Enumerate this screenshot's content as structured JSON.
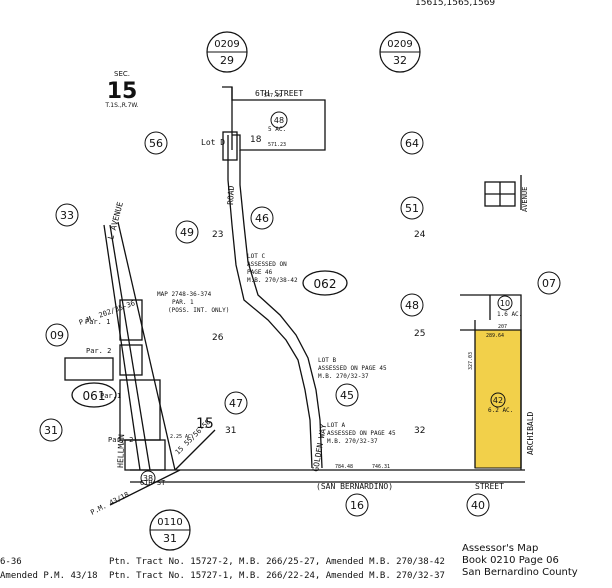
{
  "header": {
    "top_right_fragment": "15615,1565,1569"
  },
  "map_numbers": [
    {
      "id": "m0209-29",
      "top": "0209",
      "bottom": "29"
    },
    {
      "id": "m0209-32",
      "top": "0209",
      "bottom": "32"
    },
    {
      "id": "m0110-31",
      "top": "0110",
      "bottom": "31"
    }
  ],
  "section": {
    "label": "SEC.",
    "number": "15",
    "township": "T.1S.,R.7W."
  },
  "parcels": {
    "p56": "56",
    "p64": "64",
    "p33": "33",
    "p46": "46",
    "p49": "49",
    "p51": "51",
    "p48": "48",
    "p09": "09",
    "p47": "47",
    "p45": "45",
    "p31": "31",
    "p16": "16",
    "p40": "40",
    "p07": "07",
    "p18": "18",
    "p42": "42",
    "p10": "10",
    "p38": "38",
    "p15": "15",
    "p23": "23",
    "p24": "24",
    "p25": "25",
    "p26": "26",
    "p32": "32",
    "p31b": "31"
  },
  "book_ovals": {
    "o062": "062",
    "o061": "061"
  },
  "streets": {
    "sixth": "6TH   STREET",
    "sixth_b": "6TH ST",
    "road": "ROAD",
    "lavenue": "L AVENUE",
    "hellman": "HELLMAN",
    "golden": "GOLDEN WAY",
    "archibald": "ARCHIBALD",
    "avenue": "AVENUE",
    "street_bottom": "STREET",
    "san_bern": "(SAN BERNARDINO)"
  },
  "annotations": {
    "lot_d": "Lot D",
    "lot_c": "LOT C",
    "lot_c_2": "ASSESSED ON",
    "lot_c_3": "PAGE 46",
    "lot_c_4": "M.B. 270/38-42",
    "lot_b": "LOT B",
    "lot_b_2": "ASSESSED ON PAGE 45",
    "lot_b_3": "M.B. 270/32-37",
    "lot_a": "LOT A",
    "lot_a_2": "ASSESSED ON PAGE 45",
    "lot_a_3": "M.B. 270/32-37",
    "map_ref": "MAP 2748-36-374",
    "par1": "PAR. 1",
    "poss": "(POSS. INT. ONLY)",
    "pm202": "P.M. 202/35-36",
    "pm43": "P.M. 43/18",
    "pm15": "15 55/56-58",
    "par1b": "Par. 1",
    "par2": "Par. 2",
    "par1c": "Par.1",
    "par2b": "Par. 2",
    "ac5": "5 AC.",
    "ac16": "1.6 AC.",
    "ac62": "6.2 AC.",
    "ac_small": "2.25 AC.",
    "dim_547": "547.99",
    "dim_571": "571.23",
    "dim_289": "289.64",
    "dim_746": "746.31",
    "dim_784": "784.48",
    "dim_207": "207",
    "dim_327": "327.03"
  },
  "footer": {
    "line1_prefix": "6-36",
    "line1": "Ptn. Tract No. 15727-2, M.B. 266/25-27, Amended M.B. 270/38-42",
    "line2_prefix": "Amended P.M. 43/18",
    "line2": "Ptn. Tract No. 15727-1, M.B. 266/22-24, Amended M.B. 270/32-37"
  },
  "title_block": {
    "line1": "Assessor's Map",
    "line2": "Book 0210 Page 06",
    "line3": "San Bernardino County"
  },
  "colors": {
    "highlight": "#f2d04a",
    "ink": "#111111"
  }
}
